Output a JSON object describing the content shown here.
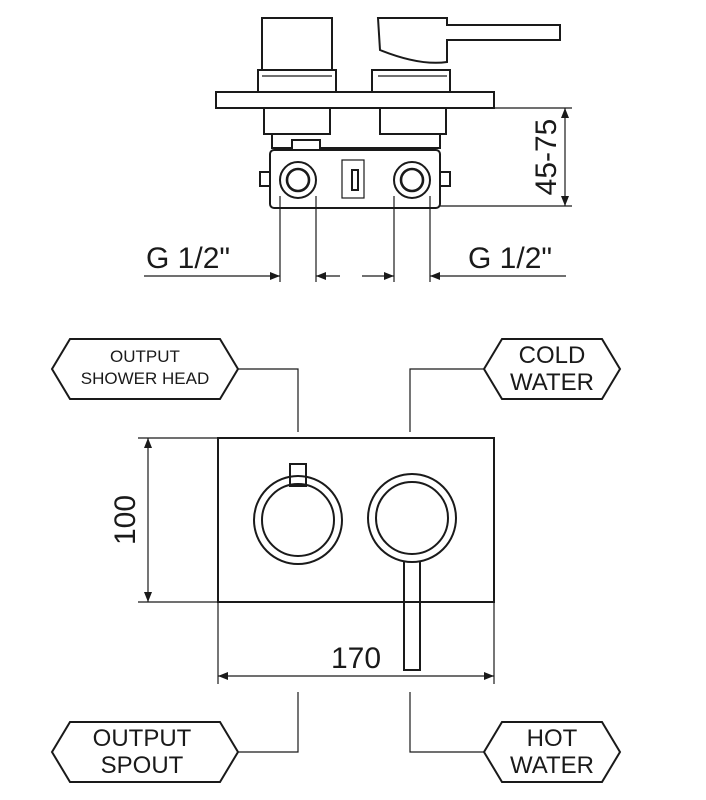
{
  "side_view": {
    "thread_left": "G 1/2\"",
    "thread_right": "G 1/2\"",
    "depth_range": "45-75"
  },
  "front_view": {
    "height": "100",
    "width": "170"
  },
  "callouts": {
    "output_shower_head": [
      "OUTPUT",
      "SHOWER HEAD"
    ],
    "cold_water": [
      "COLD",
      "WATER"
    ],
    "output_spout": [
      "OUTPUT",
      "SPOUT"
    ],
    "hot_water": [
      "HOT",
      "WATER"
    ]
  }
}
